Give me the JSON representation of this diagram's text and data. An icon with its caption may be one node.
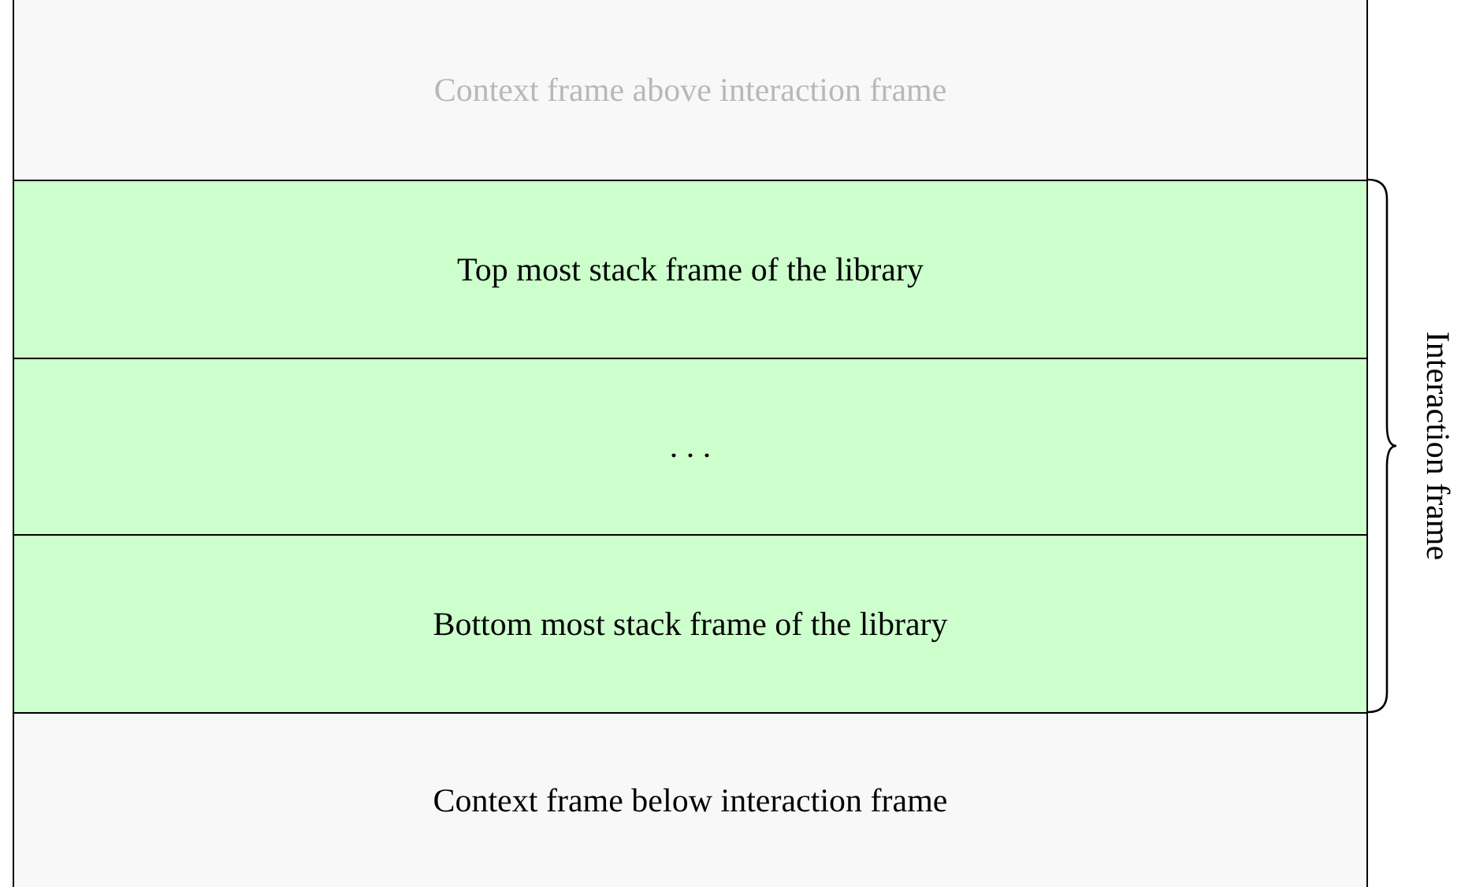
{
  "diagram": {
    "nodes": [
      {
        "text": [
          "Context frame above interaction frame"
        ]
      },
      {
        "text": [
          "Top most stack frame of the library"
        ]
      },
      {
        "text": [
          ". . ."
        ]
      },
      {
        "text": [
          "Bottom most stack frame of the library"
        ]
      },
      {
        "text": [
          "Context frame below interaction frame"
        ]
      }
    ],
    "labels": [
      "Interaction frame"
    ]
  }
}
